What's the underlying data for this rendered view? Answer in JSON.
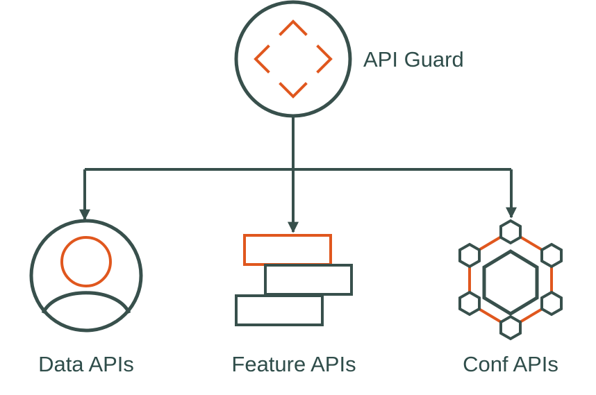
{
  "nodes": {
    "root": {
      "label": "API Guard",
      "icon": "diamond-icon"
    },
    "children": [
      {
        "label": "Data APIs",
        "icon": "user-icon"
      },
      {
        "label": "Feature APIs",
        "icon": "stacked-blocks-icon"
      },
      {
        "label": "Conf APIs",
        "icon": "hexagon-network-icon"
      }
    ]
  },
  "colors": {
    "stroke": "#38504c",
    "accent": "#e0571e",
    "text": "#2f4d4a",
    "background": "#ffffff"
  }
}
